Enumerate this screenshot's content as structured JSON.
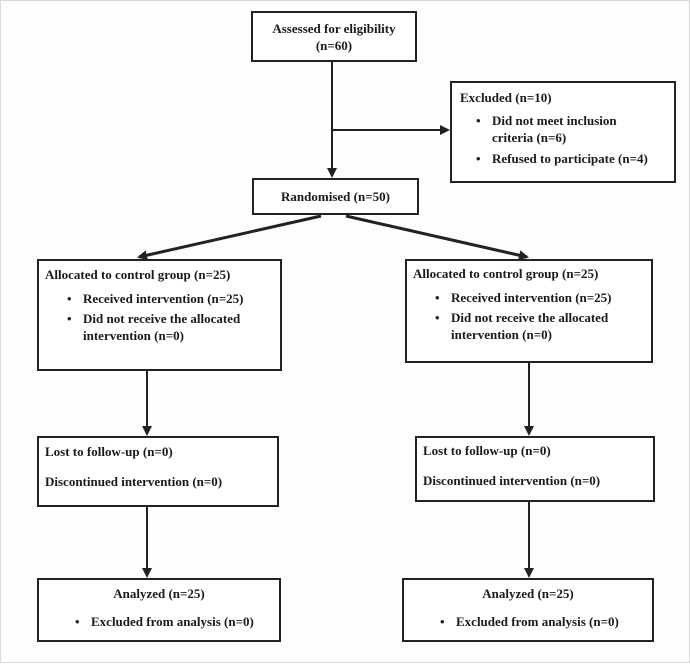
{
  "assessed": {
    "title": "Assessed for eligibility",
    "count": "(n=60)"
  },
  "excluded": {
    "title": "Excluded (n=10)",
    "items": [
      "Did not meet inclusion criteria (n=6)",
      "Refused to participate (n=4)"
    ]
  },
  "randomised": {
    "title": "Randomised (n=50)"
  },
  "left_arm": {
    "allocation": {
      "title": "Allocated to control group (n=25)",
      "items": [
        "Received intervention (n=25)",
        "Did not receive the allocated intervention (n=0)"
      ]
    },
    "followup": {
      "lost": "Lost to follow-up (n=0)",
      "discontinued": "Discontinued intervention (n=0)"
    },
    "analysis": {
      "title": "Analyzed (n=25)",
      "items": [
        "Excluded from analysis (n=0)"
      ]
    }
  },
  "right_arm": {
    "allocation": {
      "title": "Allocated to control group (n=25)",
      "items": [
        "Received intervention (n=25)",
        "Did not receive the allocated intervention (n=0)"
      ]
    },
    "followup": {
      "lost": "Lost to follow-up (n=0)",
      "discontinued": "Discontinued intervention (n=0)"
    },
    "analysis": {
      "title": "Analyzed (n=25)",
      "items": [
        "Excluded from analysis (n=0)"
      ]
    }
  },
  "colors": {
    "stroke": "#222222",
    "box_fill": "#ffffff"
  }
}
